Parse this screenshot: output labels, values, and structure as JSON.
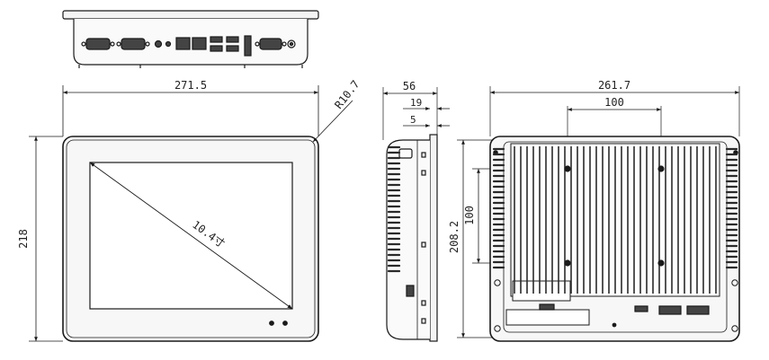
{
  "front_view": {
    "width_label": "271.5",
    "height_label": "218",
    "radius_label": "R10.7",
    "diagonal_label": "10.4寸"
  },
  "side_view": {
    "depth_label": "56",
    "bezel_label": "19",
    "front_label": "5"
  },
  "rear_view": {
    "width_label": "261.7",
    "height_label": "208.2",
    "vesa_h_label": "100",
    "vesa_v_label": "100"
  },
  "colors": {
    "line": "#1a1a1a",
    "panel_fill": "#f4f4f4",
    "fin": "#2a2a2a"
  }
}
